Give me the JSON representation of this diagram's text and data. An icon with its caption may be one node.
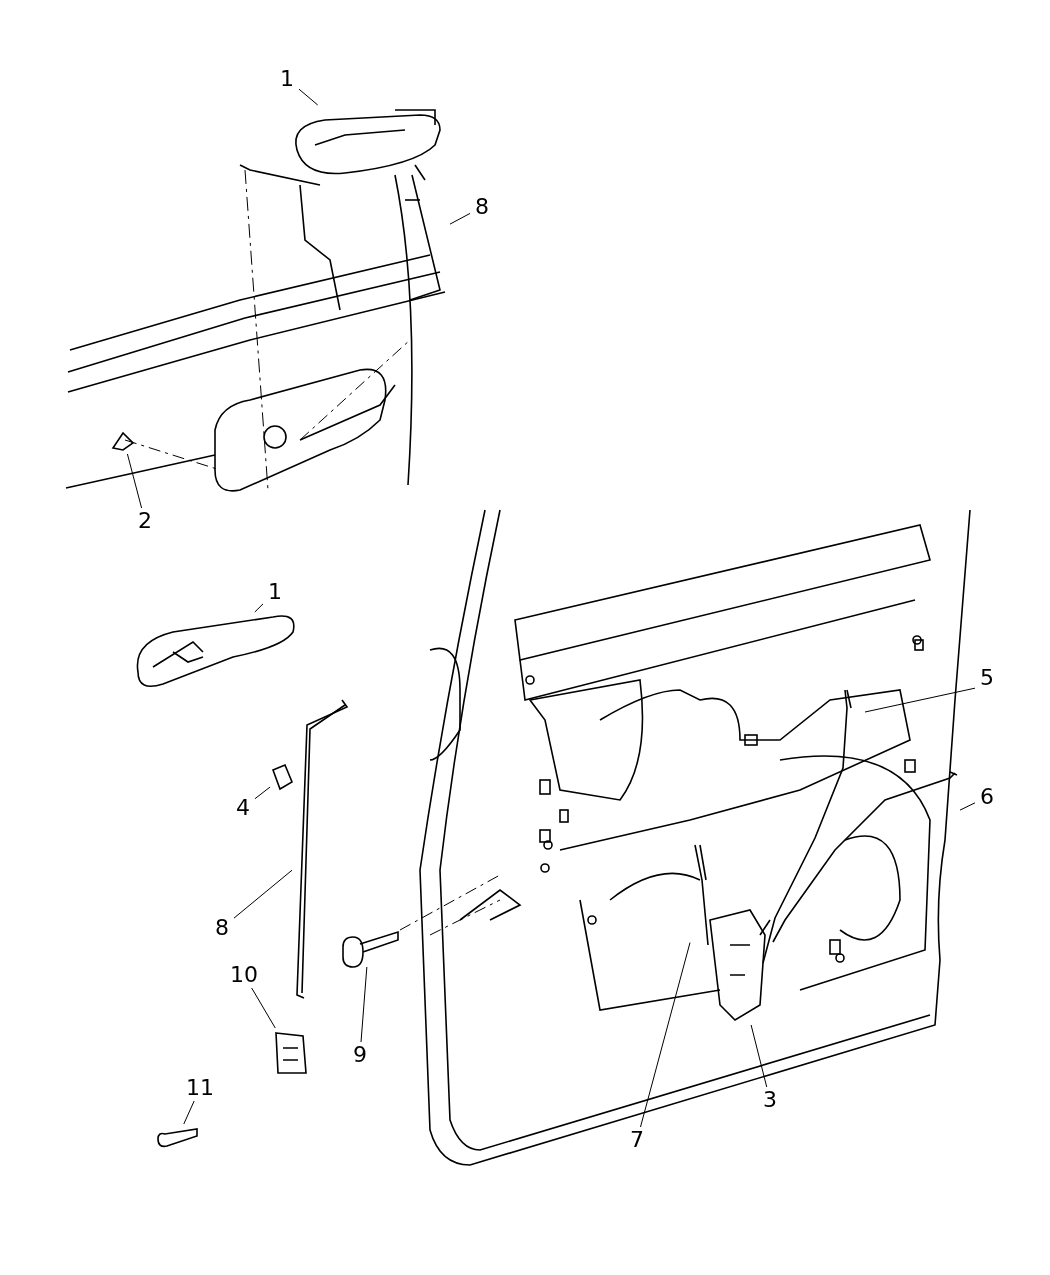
{
  "diagram": {
    "nodes": [
      {
        "text": [
          "1"
        ]
      },
      {
        "text": [
          "8"
        ]
      },
      {
        "text": [
          "2"
        ]
      },
      {
        "text": [
          "1"
        ]
      },
      {
        "text": [
          "4"
        ]
      },
      {
        "text": [
          "8"
        ]
      },
      {
        "text": [
          "10"
        ]
      },
      {
        "text": [
          "11"
        ]
      },
      {
        "text": [
          "9"
        ]
      },
      {
        "text": [
          "5"
        ]
      },
      {
        "text": [
          "6"
        ]
      },
      {
        "text": [
          "3"
        ]
      },
      {
        "text": [
          "7"
        ]
      },
      {
        "text": [],
        "shape": "picture"
      },
      {
        "text": [],
        "shape": "picture"
      },
      {
        "text": [],
        "shape": "picture"
      },
      {
        "text": [],
        "shape": "picture"
      },
      {
        "text": [],
        "shape": "picture"
      },
      {
        "text": [],
        "shape": "picture"
      },
      {
        "text": [],
        "shape": "picture"
      },
      {
        "text": [],
        "shape": "picture"
      },
      {
        "text": [],
        "shape": "picture"
      },
      {
        "text": [],
        "shape": "picture"
      },
      {
        "text": [],
        "shape": "picture"
      },
      {
        "text": [],
        "shape": "picture"
      },
      {
        "text": [],
        "shape": "picture"
      }
    ],
    "edges": [
      {
        "from": 0,
        "to": 13,
        "arrow": "none"
      },
      {
        "from": 1,
        "to": 14,
        "arrow": "none"
      },
      {
        "from": 2,
        "to": 15,
        "arrow": "none"
      },
      {
        "from": 3,
        "to": 16,
        "arrow": "none"
      },
      {
        "from": 4,
        "to": 17,
        "arrow": "none"
      },
      {
        "from": 5,
        "to": 18,
        "arrow": "none"
      },
      {
        "from": 6,
        "to": 20,
        "arrow": "none"
      },
      {
        "from": 7,
        "to": 21,
        "arrow": "none"
      },
      {
        "from": 8,
        "to": 19,
        "arrow": "none"
      },
      {
        "from": 9,
        "to": 22,
        "arrow": "none"
      },
      {
        "from": 10,
        "to": 23,
        "arrow": "none"
      },
      {
        "from": 11,
        "to": 24,
        "arrow": "none"
      },
      {
        "from": 12,
        "to": 25,
        "arrow": "none"
      }
    ]
  }
}
